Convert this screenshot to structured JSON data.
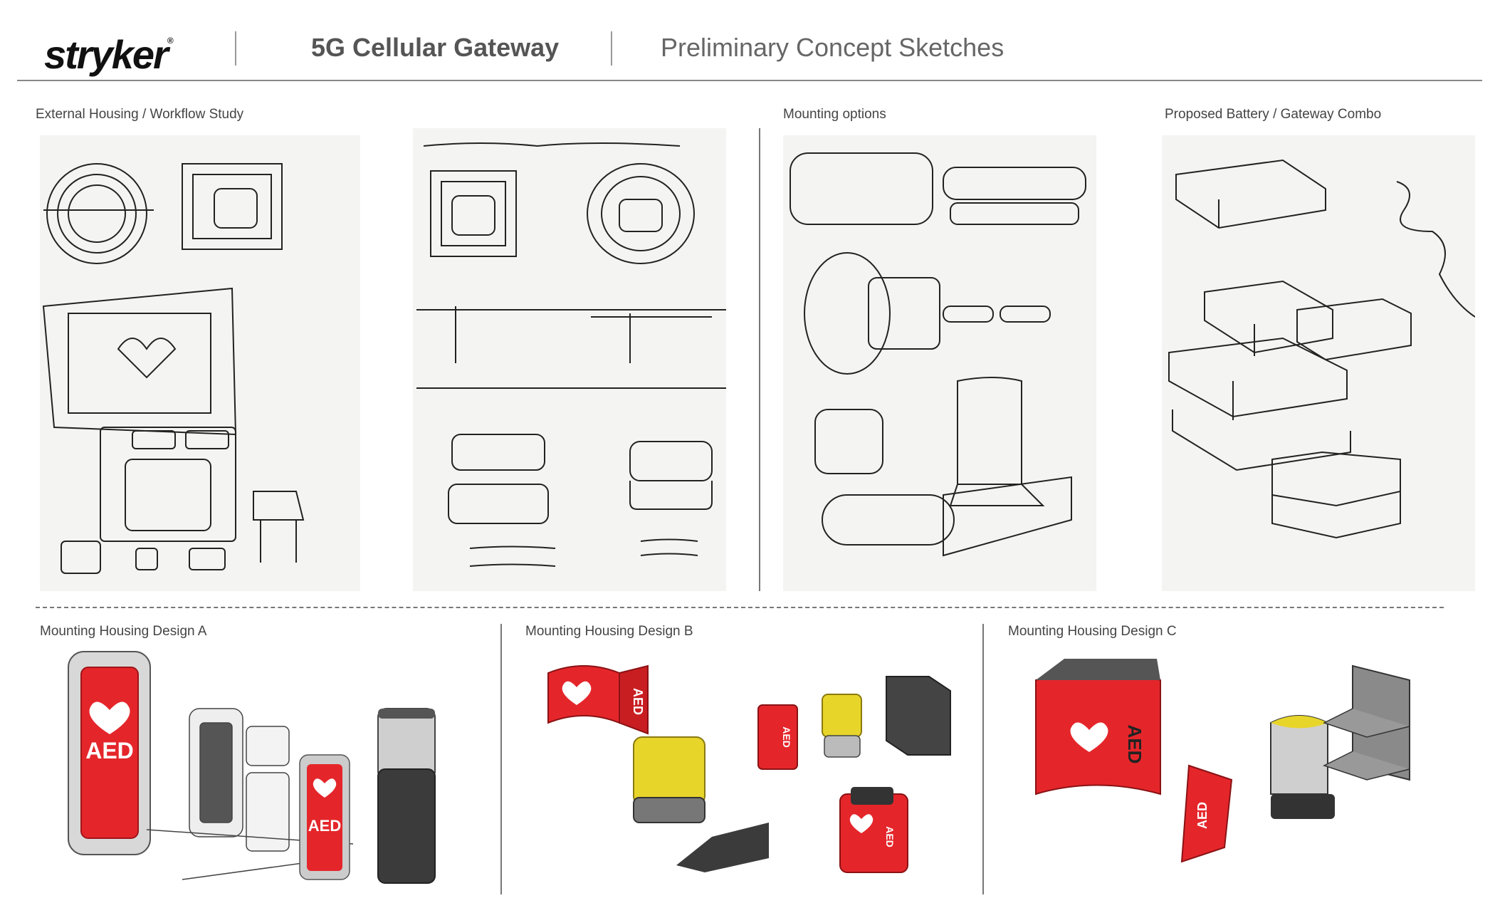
{
  "header": {
    "logo": "stryker",
    "logo_mark": "®",
    "title": "5G Cellular Gateway",
    "subtitle": "Preliminary Concept Sketches"
  },
  "sections": {
    "external_housing": "External Housing / Workflow Study",
    "mounting_options": "Mounting options",
    "battery_combo": "Proposed Battery / Gateway Combo",
    "design_a": "Mounting Housing Design A",
    "design_b": "Mounting Housing Design B",
    "design_c": "Mounting Housing Design C"
  },
  "labels": {
    "aed": "AED"
  },
  "colors": {
    "red": "#e4262b",
    "yellow": "#e8d52a",
    "dark": "#3b3b3b",
    "sketch_bg": "#f4f4f2"
  }
}
